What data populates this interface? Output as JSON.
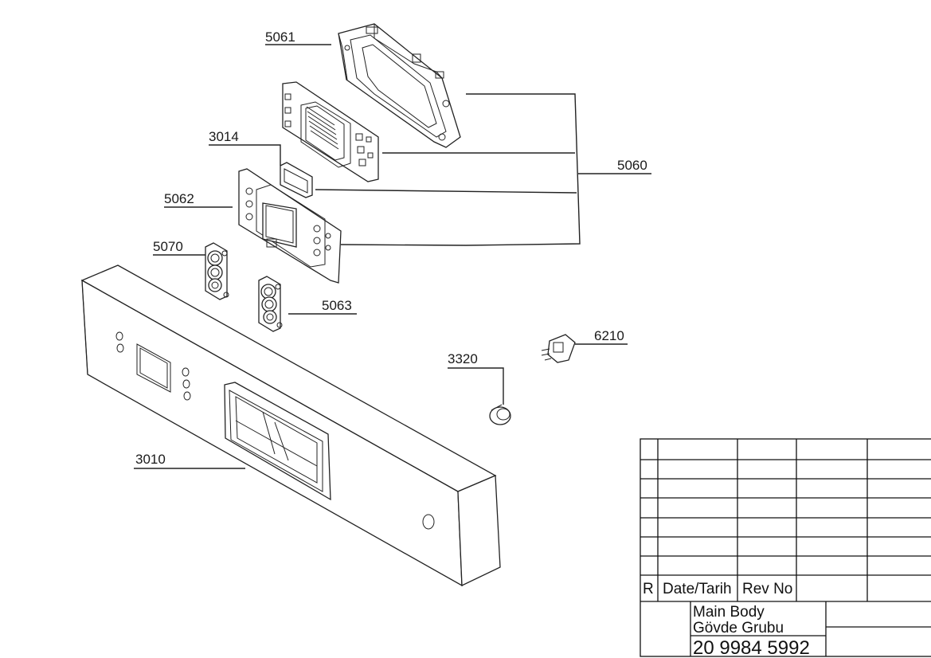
{
  "callouts": {
    "c5061": "5061",
    "c3014": "3014",
    "c5062": "5062",
    "c5060": "5060",
    "c5070": "5070",
    "c5063": "5063",
    "c6210": "6210",
    "c3320": "3320",
    "c3010": "3010"
  },
  "title_block": {
    "rev_col_label": "R",
    "date_label": "Date/Tarih",
    "revno_label": "Rev No",
    "title_line1": "Main Body",
    "title_line2": "Gövde Grubu",
    "part_number": "20 9984 5992"
  },
  "colors": {
    "ink": "#222222",
    "background": "#ffffff"
  }
}
